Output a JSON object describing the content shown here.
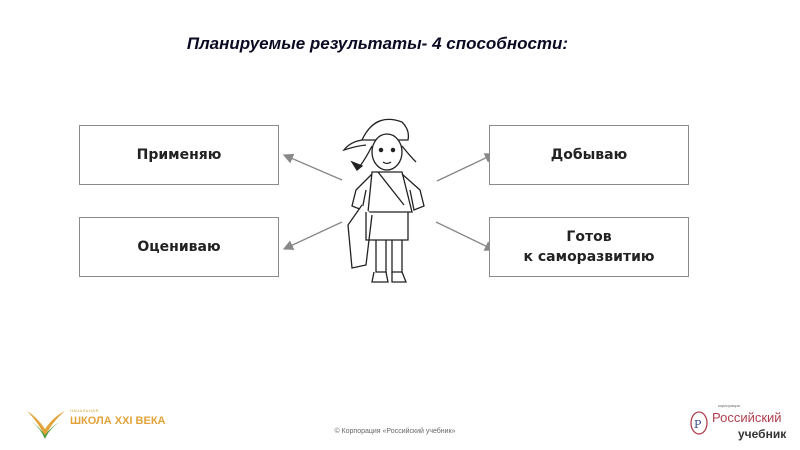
{
  "slide": {
    "title": "Планируемые результаты- 4 способности:",
    "boxes": {
      "top_left": "Применяю",
      "bottom_left": "Оцениваю",
      "top_right": "Добываю",
      "bottom_right_line1": "Готов",
      "bottom_right_line2": "к саморазвитию"
    }
  },
  "footer": {
    "copyright": "© Корпорация «Российский учебник»",
    "left_logo_small": "НАЧАЛЬНАЯ",
    "left_logo": "ШКОЛА XXI ВЕКА",
    "right_logo_small": "корпорация",
    "right_logo_line1": "Российский",
    "right_logo_line2": "учебник"
  },
  "colors": {
    "title": "#0a0a23",
    "box_border": "#8a8a8a",
    "arrow": "#888888",
    "logo_gold": "#e2a33a",
    "logo_green": "#4a9a3a",
    "logo_red": "#b04050"
  }
}
